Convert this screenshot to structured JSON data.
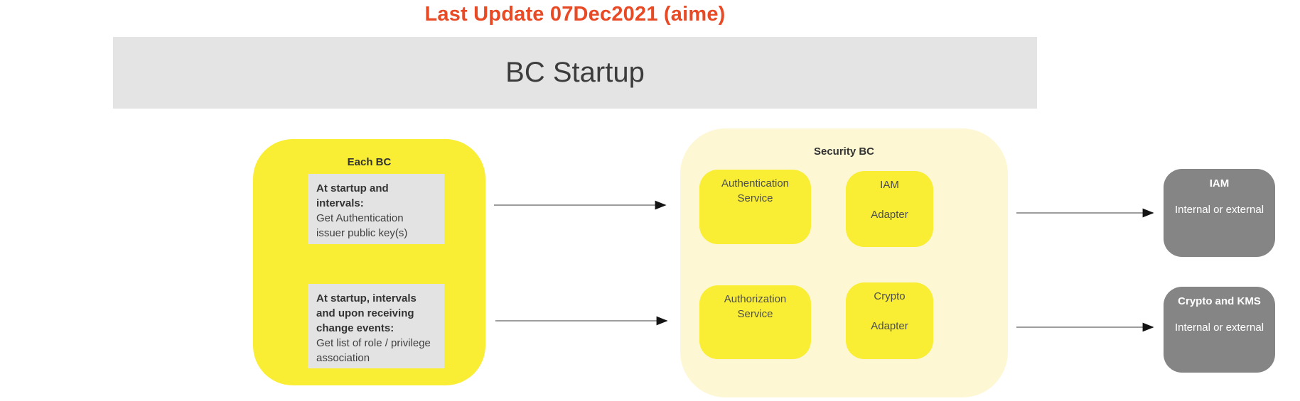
{
  "title": {
    "text": "Last Update 07Dec2021 (aime)",
    "color": "#e94a26"
  },
  "banner": {
    "text": "BC Startup"
  },
  "each_bc": {
    "label": "Each BC",
    "notes": [
      {
        "header": "At startup and\nintervals:",
        "body": "Get Authentication\nissuer public key(s)"
      },
      {
        "header": "At startup, intervals\nand upon receiving\nchange events:",
        "body": "Get list of role / privilege\nassociation"
      }
    ]
  },
  "security_bc": {
    "label": "Security BC",
    "auth_service": "Authentication Service",
    "iam_adapter": {
      "line1": "IAM",
      "line2": "Adapter"
    },
    "authz_service": "Authorization Service",
    "crypto_adapter": {
      "line1": "Crypto",
      "line2": "Adapter"
    }
  },
  "external_systems": {
    "iam": {
      "title": "IAM",
      "subtitle": "Internal or external"
    },
    "crypto_kms": {
      "title": "Crypto and KMS",
      "subtitle": "Internal or external"
    }
  },
  "connections": [
    {
      "from": "each-bc",
      "to": "security-bc",
      "row": "top"
    },
    {
      "from": "each-bc",
      "to": "security-bc",
      "row": "bottom"
    },
    {
      "from": "security-bc",
      "to": "iam-external",
      "row": "top"
    },
    {
      "from": "security-bc",
      "to": "crypto-kms-external",
      "row": "bottom"
    }
  ],
  "colors": {
    "accent_red": "#e94a26",
    "bright_yellow": "#f9ee33",
    "light_yellow": "#fdf7d3",
    "gray_panel": "#e4e4e4",
    "gray_note": "#e3e3e3",
    "dark_gray": "#858585",
    "arrow": "#7d7d7d"
  }
}
